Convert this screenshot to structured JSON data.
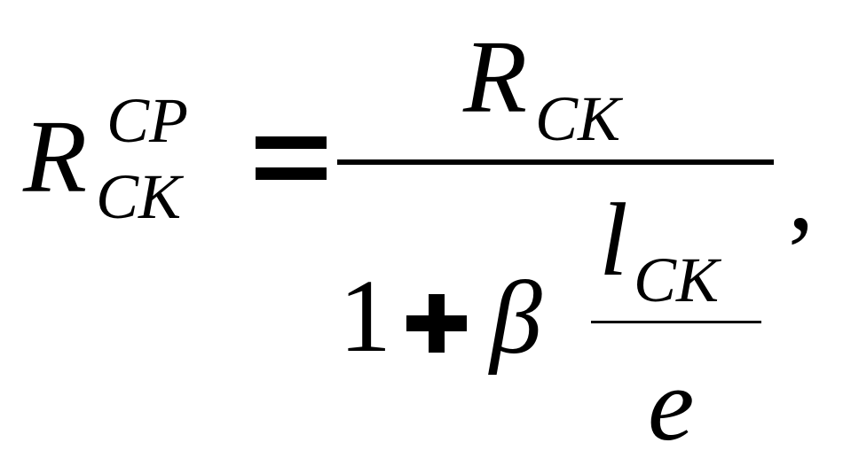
{
  "formula": {
    "lhs": {
      "symbol": "R",
      "superscript": "CP",
      "subscript": "CK"
    },
    "equals": "=",
    "numerator": {
      "symbol": "R",
      "subscript": "CK"
    },
    "denominator": {
      "one": "1",
      "plus": "+",
      "beta": "β",
      "inner_fraction": {
        "numerator": {
          "symbol": "l",
          "subscript": "CK"
        },
        "denominator": "e"
      }
    },
    "trailing_punctuation": ","
  }
}
